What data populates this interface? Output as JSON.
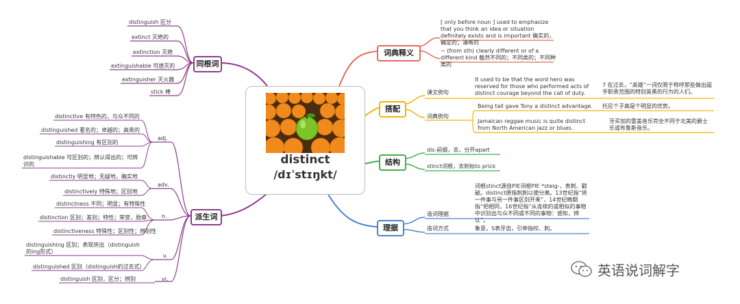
{
  "center": {
    "word": "distinct",
    "phonetic": "/dɪˈstɪŋkt/"
  },
  "right": {
    "def": {
      "label": "词典释义",
      "items": [
        "[ only before noun ] used to emphasize that you think an idea or situation definitely exists and is important 确实的，确定的；清晰的",
        "~ (from sth) clearly different or of a different kind 截然不同的；不同类的；不同种类的"
      ]
    },
    "colloc": {
      "label": "搭配",
      "group1": "课文例句",
      "g1_en": "It used to be that the word hero was reserved for those who performed acts of distinct courage beyond the call of duty.",
      "g1_cn": "7 在过去，“英雄”一词仅限于称呼那些做出超乎职责范围的特别英勇的行为的人们。",
      "group2": "词典例句",
      "g2_items": [
        {
          "en": "Being tall gave Tony a distinct advantage.",
          "cn": "托尼个子高是个明显的优势。"
        },
        {
          "en": "Jamaican reggae music is quite distinct from North American jazz or blues.",
          "cn": "牙买加的雷盖音乐完全不同于北美的爵士乐或布鲁斯音乐。"
        }
      ]
    },
    "struct": {
      "label": "结构",
      "items": [
        "dis-前缀，去，分开apart",
        "stinct词根，去刺标to prick"
      ]
    },
    "etym": {
      "label": "理据",
      "items": [
        {
          "k": "造词理据",
          "v": "词根stinct源自PIE词根PIE *steig-，表刺、戳破。distinct原指刺刺以使分离。13世纪指“将一件事与另一件事区别开来”，14世纪晚期指“把相同，16世纪指“从连续的或相似的事物中识别出与众不同或不同的事物：感知，辨认”。"
        },
        {
          "k": "造词方式",
          "v": "象意，S表牙齿，引申指咬、刺。"
        }
      ]
    }
  },
  "left": {
    "same_root": {
      "label": "同根词",
      "items": [
        "distinguish 区分",
        "extinct 灭绝的",
        "extinction 灭绝",
        "extinguishable 可熄灭的",
        "extinguisher 灭火器",
        "stick 棒"
      ]
    },
    "derived": {
      "label": "派生词",
      "pos": [
        "adj.",
        "adv.",
        "n.",
        "v.",
        "vi."
      ],
      "adj": [
        "distinctive 有特色的，与众不同的",
        "distinguished 著名的；卓越的；高贵的",
        "distinguishing 有区别的",
        "distinguishable 可区别的；辨认得出的；可辨识的"
      ],
      "adv": [
        "distinctly 明显地；无疑地，确实地",
        "distinctively 特殊地；区别地"
      ],
      "n": [
        "distinctness 不同；明显；有特殊性",
        "distinction 区别；差别；特性；荣誉，勋章",
        "distinctiveness 特殊性；区别性；辨别性"
      ],
      "v": [
        "distinguishing 区别；表现突出（distinguish的ing形式）",
        "distinguished 区别（distinguish的过去式）"
      ],
      "vi": [
        "distinguish 区别，区分；辨别"
      ]
    }
  },
  "brand": "英语说词解字",
  "colors": {
    "def": "#e8665a",
    "colloc": "#f0b400",
    "struct": "#3bb04b",
    "etym": "#4a80d0",
    "left": "#8a3a8a"
  }
}
